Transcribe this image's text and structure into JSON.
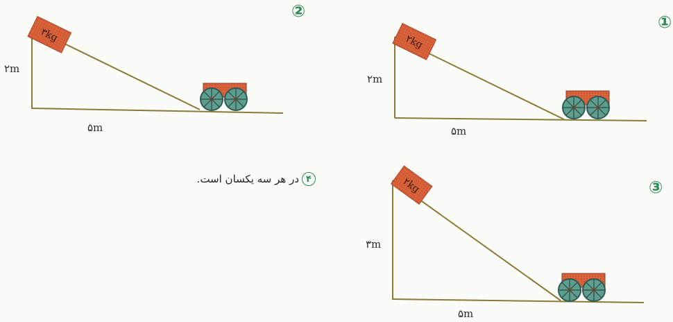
{
  "colors": {
    "line": "#8a7a3a",
    "block": "#d9623a",
    "block_dark": "#a8432a",
    "cart_body": "#c0504d",
    "wheel": "#5f9e8f",
    "number": "#2e8b57"
  },
  "options": [
    {
      "number": "①",
      "height": "۲m",
      "base": "۵m",
      "mass": "۲kg"
    },
    {
      "number": "②",
      "height": "۲m",
      "base": "۵m",
      "mass": "۳kg"
    },
    {
      "number": "③",
      "height": "۳m",
      "base": "۵m",
      "mass": "۲kg"
    },
    {
      "number": "۴",
      "text": "در هر سه یکسان است."
    }
  ]
}
